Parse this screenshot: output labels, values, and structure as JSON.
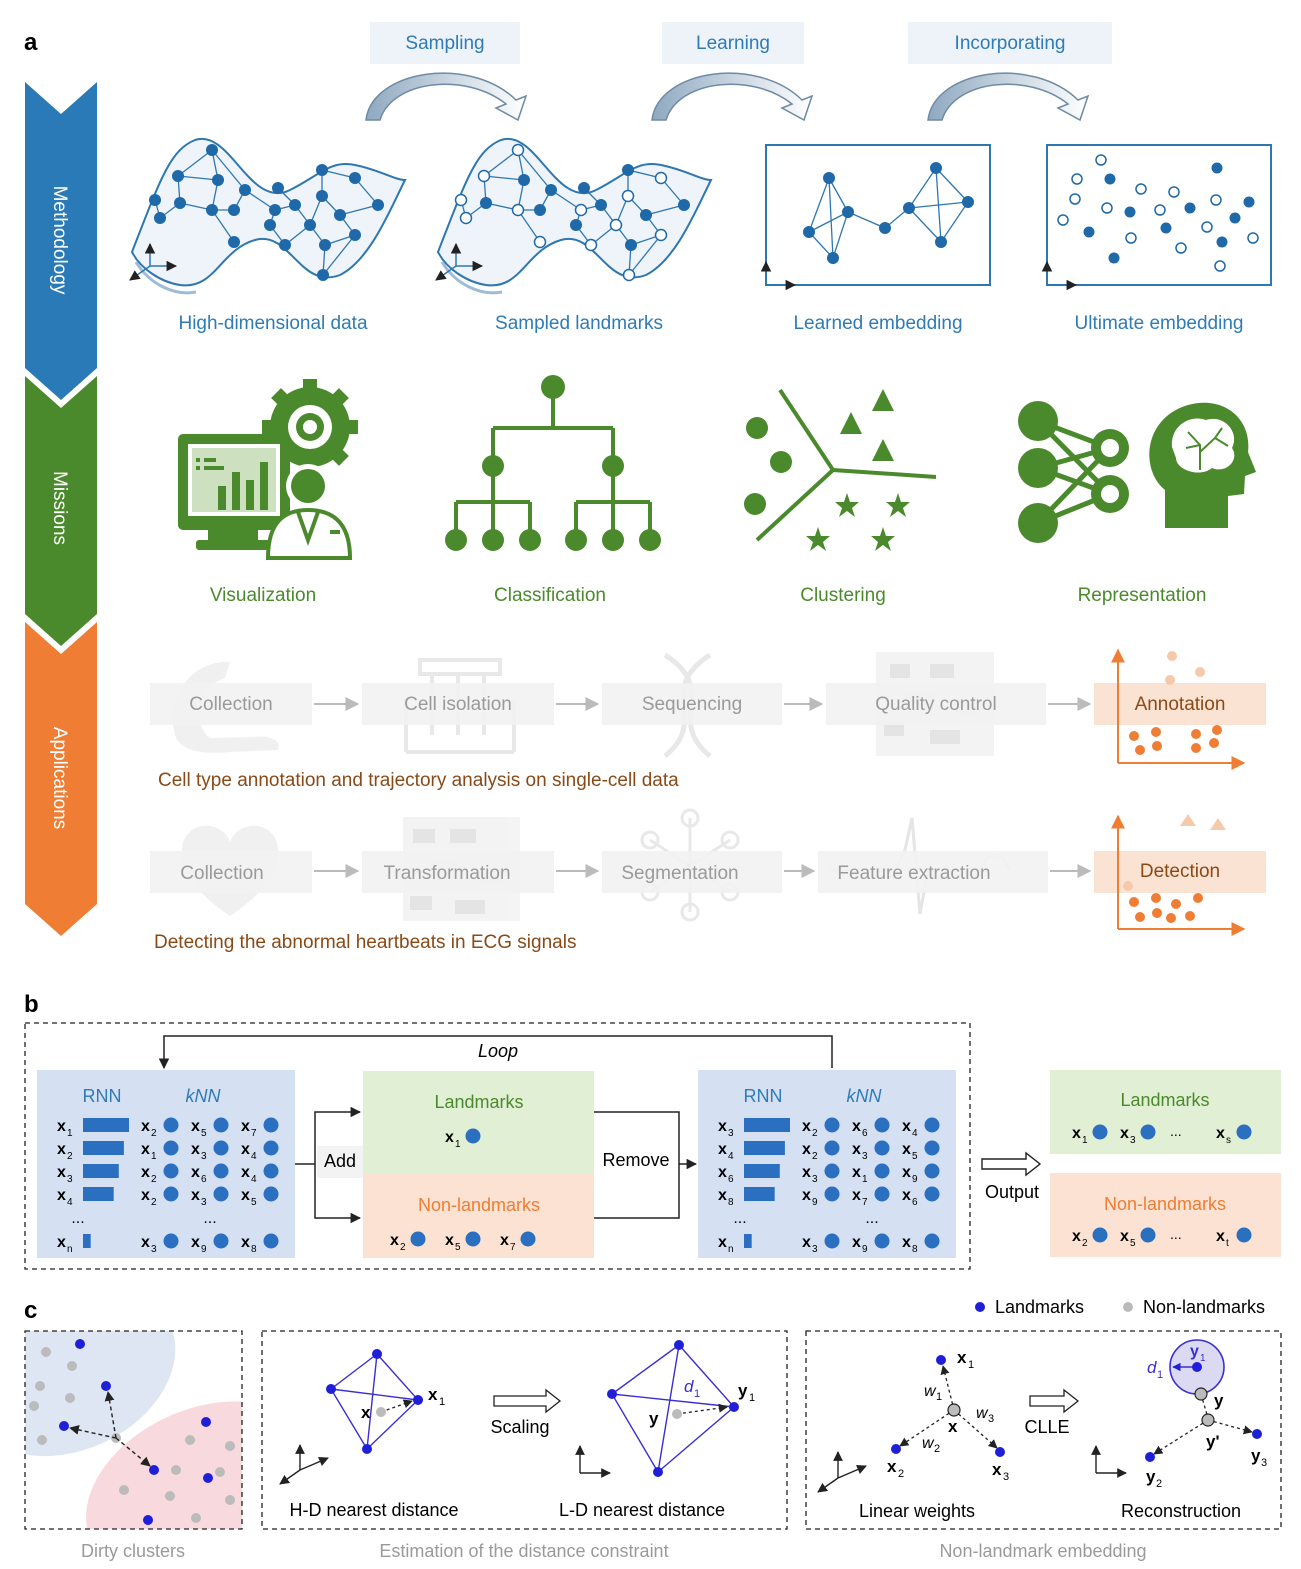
{
  "panels": {
    "a": "a",
    "b": "b",
    "c": "c"
  },
  "sidebar": {
    "methodology": "Methodology",
    "missions": "Missions",
    "applications": "Applications"
  },
  "colors": {
    "blue": "#2a7ab7",
    "green": "#4a8a2c",
    "orange": "#ef7d33",
    "text_blue": "#2e7bb6",
    "text_green": "#4a8a2c",
    "text_brown": "#8a4a17",
    "landmark": "#1f1fd8",
    "nonlandmark": "#bbbbbb"
  },
  "methodology": {
    "steps": [
      "Sampling",
      "Learning",
      "Incorporating"
    ],
    "stages": [
      "High-dimensional data",
      "Sampled landmarks",
      "Learned embedding",
      "Ultimate embedding"
    ]
  },
  "missions": [
    "Visualization",
    "Classification",
    "Clustering",
    "Representation"
  ],
  "applications": {
    "pipeline1": [
      "Collection",
      "Cell isolation",
      "Sequencing",
      "Quality control",
      "Annotation"
    ],
    "caption1": "Cell type annotation and  trajectory analysis on single-cell data",
    "pipeline2": [
      "Collection",
      "Transformation",
      "Segmentation",
      "Feature extraction",
      "Detection"
    ],
    "caption2": "Detecting the abnormal heartbeats in ECG signals"
  },
  "panel_b": {
    "loop": "Loop",
    "rnn": "RNN",
    "knn": "kNN",
    "add": "Add",
    "remove": "Remove",
    "output": "Output",
    "landmarks": "Landmarks",
    "nonlandmarks": "Non-landmarks",
    "ellipsis": "...",
    "left_rows": [
      {
        "x": "x",
        "sub": "1",
        "knn": [
          [
            "x",
            "2"
          ],
          [
            "x",
            "5"
          ],
          [
            "x",
            "7"
          ]
        ]
      },
      {
        "x": "x",
        "sub": "2",
        "knn": [
          [
            "x",
            "1"
          ],
          [
            "x",
            "3"
          ],
          [
            "x",
            "4"
          ]
        ]
      },
      {
        "x": "x",
        "sub": "3",
        "knn": [
          [
            "x",
            "2"
          ],
          [
            "x",
            "6"
          ],
          [
            "x",
            "4"
          ]
        ]
      },
      {
        "x": "x",
        "sub": "4",
        "knn": [
          [
            "x",
            "2"
          ],
          [
            "x",
            "3"
          ],
          [
            "x",
            "5"
          ]
        ]
      },
      {
        "x": "x",
        "sub": "n",
        "knn": [
          [
            "x",
            "3"
          ],
          [
            "x",
            "9"
          ],
          [
            "x",
            "8"
          ]
        ]
      }
    ],
    "right_rows": [
      {
        "x": "x",
        "sub": "3",
        "knn": [
          [
            "x",
            "2"
          ],
          [
            "x",
            "6"
          ],
          [
            "x",
            "4"
          ]
        ]
      },
      {
        "x": "x",
        "sub": "4",
        "knn": [
          [
            "x",
            "2"
          ],
          [
            "x",
            "3"
          ],
          [
            "x",
            "5"
          ]
        ]
      },
      {
        "x": "x",
        "sub": "6",
        "knn": [
          [
            "x",
            "3"
          ],
          [
            "x",
            "1"
          ],
          [
            "x",
            "9"
          ]
        ]
      },
      {
        "x": "x",
        "sub": "8",
        "knn": [
          [
            "x",
            "9"
          ],
          [
            "x",
            "7"
          ],
          [
            "x",
            "6"
          ]
        ]
      },
      {
        "x": "x",
        "sub": "n",
        "knn": [
          [
            "x",
            "3"
          ],
          [
            "x",
            "9"
          ],
          [
            "x",
            "8"
          ]
        ]
      }
    ],
    "mid_landmarks": [
      [
        "x",
        "1"
      ]
    ],
    "mid_nonlandmarks": [
      [
        "x",
        "2"
      ],
      [
        "x",
        "5"
      ],
      [
        "x",
        "7"
      ]
    ],
    "out_landmarks": [
      [
        "x",
        "1"
      ],
      [
        "x",
        "3"
      ],
      [
        "...",
        ""
      ],
      [
        "x",
        "s"
      ]
    ],
    "out_nonlandmarks": [
      [
        "x",
        "2"
      ],
      [
        "x",
        "5"
      ],
      [
        "...",
        ""
      ],
      [
        "x",
        "t"
      ]
    ]
  },
  "panel_c": {
    "legend_landmarks": "Landmarks",
    "legend_nonlandmarks": "Non-landmarks",
    "scaling": "Scaling",
    "clle": "CLLE",
    "hd": "H-D nearest distance",
    "ld": "L-D nearest distance",
    "linear": "Linear weights",
    "recon": "Reconstruction",
    "cap1": "Dirty clusters",
    "cap2": "Estimation of the distance constraint",
    "cap3": "Non-landmark embedding",
    "x": "x",
    "y": "y",
    "x1": "x",
    "x1sub": "1",
    "y1": "y",
    "y1sub": "1",
    "d1": "d",
    "d1sub": "1",
    "w1": "w",
    "w1sub": "1",
    "w2": "w",
    "w2sub": "2",
    "w3": "w",
    "w3sub": "3",
    "x2": "x",
    "x2sub": "2",
    "x3": "x",
    "x3sub": "3",
    "y2": "y",
    "y2sub": "2",
    "y3": "y",
    "y3sub": "3",
    "yprime": "y'"
  }
}
